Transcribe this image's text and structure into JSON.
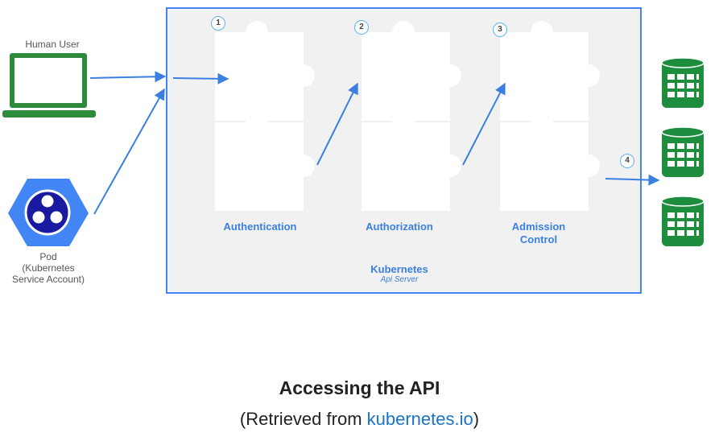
{
  "actors": {
    "human_user_label": "Human User",
    "pod_label_line1": "Pod",
    "pod_label_line2": "(Kubernetes",
    "pod_label_line3": "Service Account)"
  },
  "steps": [
    {
      "number": "1",
      "label_line1": "Authentication",
      "label_line2": ""
    },
    {
      "number": "2",
      "label_line1": "Authorization",
      "label_line2": ""
    },
    {
      "number": "3",
      "label_line1": "Admission",
      "label_line2": "Control"
    },
    {
      "number": "4"
    }
  ],
  "api_server": {
    "title": "Kubernetes",
    "subtitle": "Api Server"
  },
  "caption": {
    "title": "Accessing the API",
    "source_prefix": "(Retrieved from ",
    "source_link": "kubernetes.io",
    "source_suffix": ")"
  },
  "colors": {
    "arrow": "#3b7fe0",
    "box_border": "#4285f4",
    "box_fill": "#f1f1f1",
    "laptop": "#2e8b3c",
    "database": "#1e8e3e",
    "pod_hex": "#4285f4",
    "pod_inner": "#1a1aa0"
  }
}
